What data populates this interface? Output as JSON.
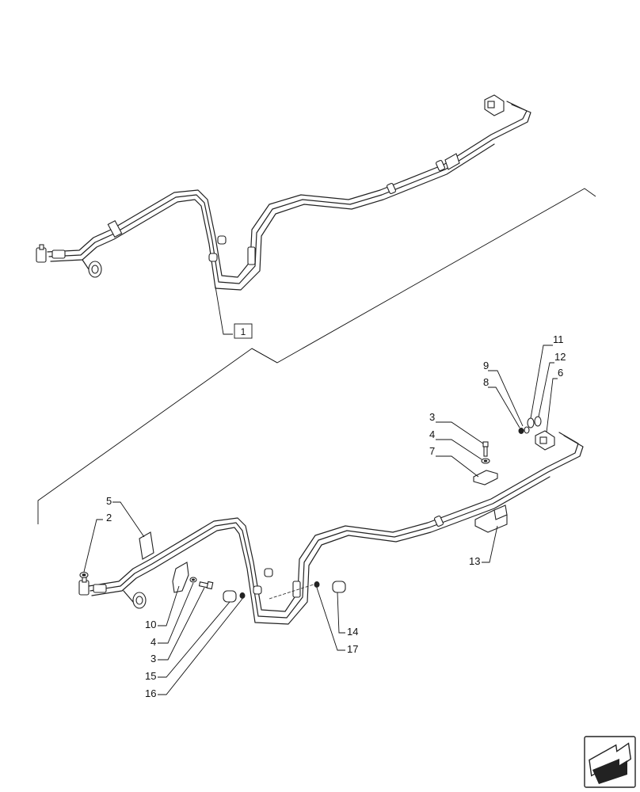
{
  "diagram": {
    "top_assembly_ref": "1",
    "callouts": [
      {
        "id": "c11",
        "text": "11"
      },
      {
        "id": "c9",
        "text": "9"
      },
      {
        "id": "c12",
        "text": "12"
      },
      {
        "id": "c8",
        "text": "8"
      },
      {
        "id": "c6",
        "text": "6"
      },
      {
        "id": "c3a",
        "text": "3"
      },
      {
        "id": "c4a",
        "text": "4"
      },
      {
        "id": "c7",
        "text": "7"
      },
      {
        "id": "c5",
        "text": "5"
      },
      {
        "id": "c2",
        "text": "2"
      },
      {
        "id": "c13",
        "text": "13"
      },
      {
        "id": "c10",
        "text": "10"
      },
      {
        "id": "c4b",
        "text": "4"
      },
      {
        "id": "c3b",
        "text": "3"
      },
      {
        "id": "c15",
        "text": "15"
      },
      {
        "id": "c16",
        "text": "16"
      },
      {
        "id": "c14",
        "text": "14"
      },
      {
        "id": "c17",
        "text": "17"
      }
    ]
  },
  "nav_icon": "next-page-arrow-icon"
}
